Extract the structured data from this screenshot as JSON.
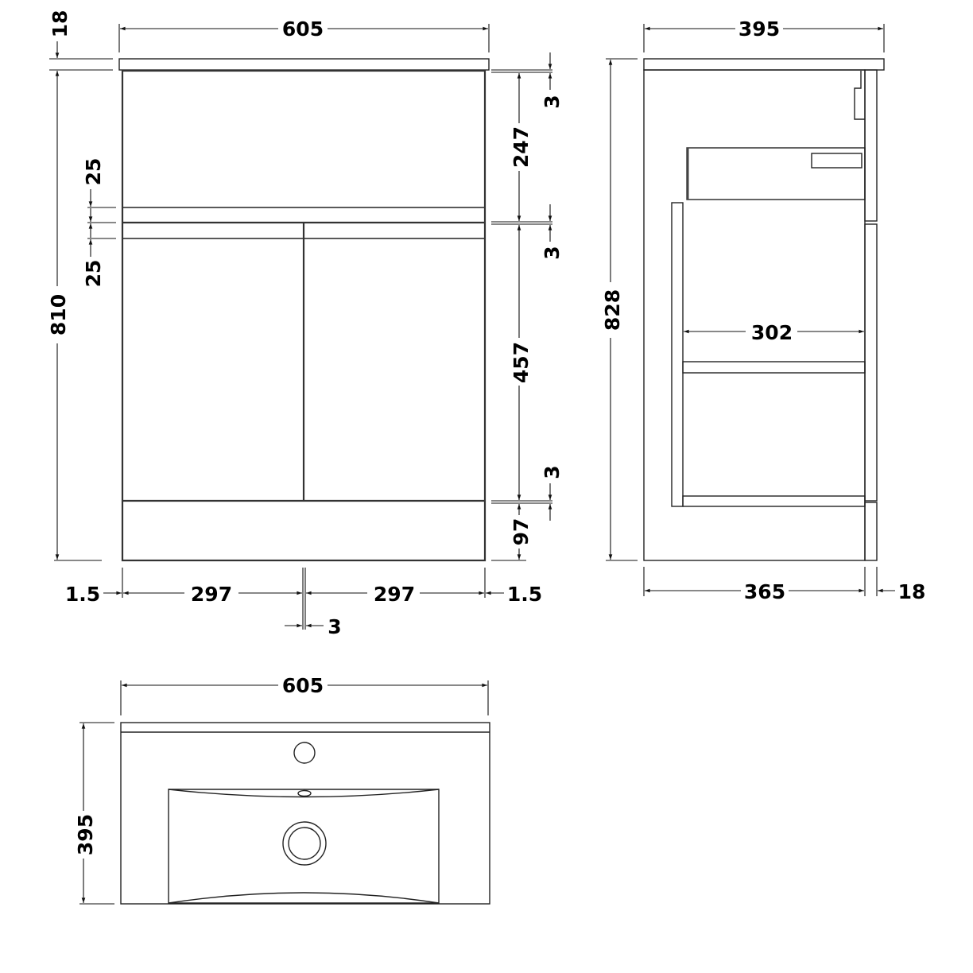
{
  "drawing": {
    "colors": {
      "line": "#222222",
      "text": "#000000",
      "background": "#ffffff"
    },
    "front_view": {
      "overall_width": "605",
      "worktop_thickness": "18",
      "overall_height": "810",
      "rail_upper": "25",
      "rail_lower": "25",
      "gap_top": "3",
      "upper_panel_height": "247",
      "gap_mid": "3",
      "door_height": "457",
      "gap_bottom": "3",
      "plinth_height": "97",
      "side_gap_left": "1.5",
      "door_width_left": "297",
      "door_width_right": "297",
      "side_gap_right": "1.5",
      "door_gap": "3"
    },
    "side_view": {
      "overall_depth": "395",
      "overall_height": "828",
      "internal_depth": "302",
      "carcass_depth": "365",
      "door_thickness": "18"
    },
    "top_view": {
      "overall_width": "605",
      "overall_depth": "395"
    }
  }
}
